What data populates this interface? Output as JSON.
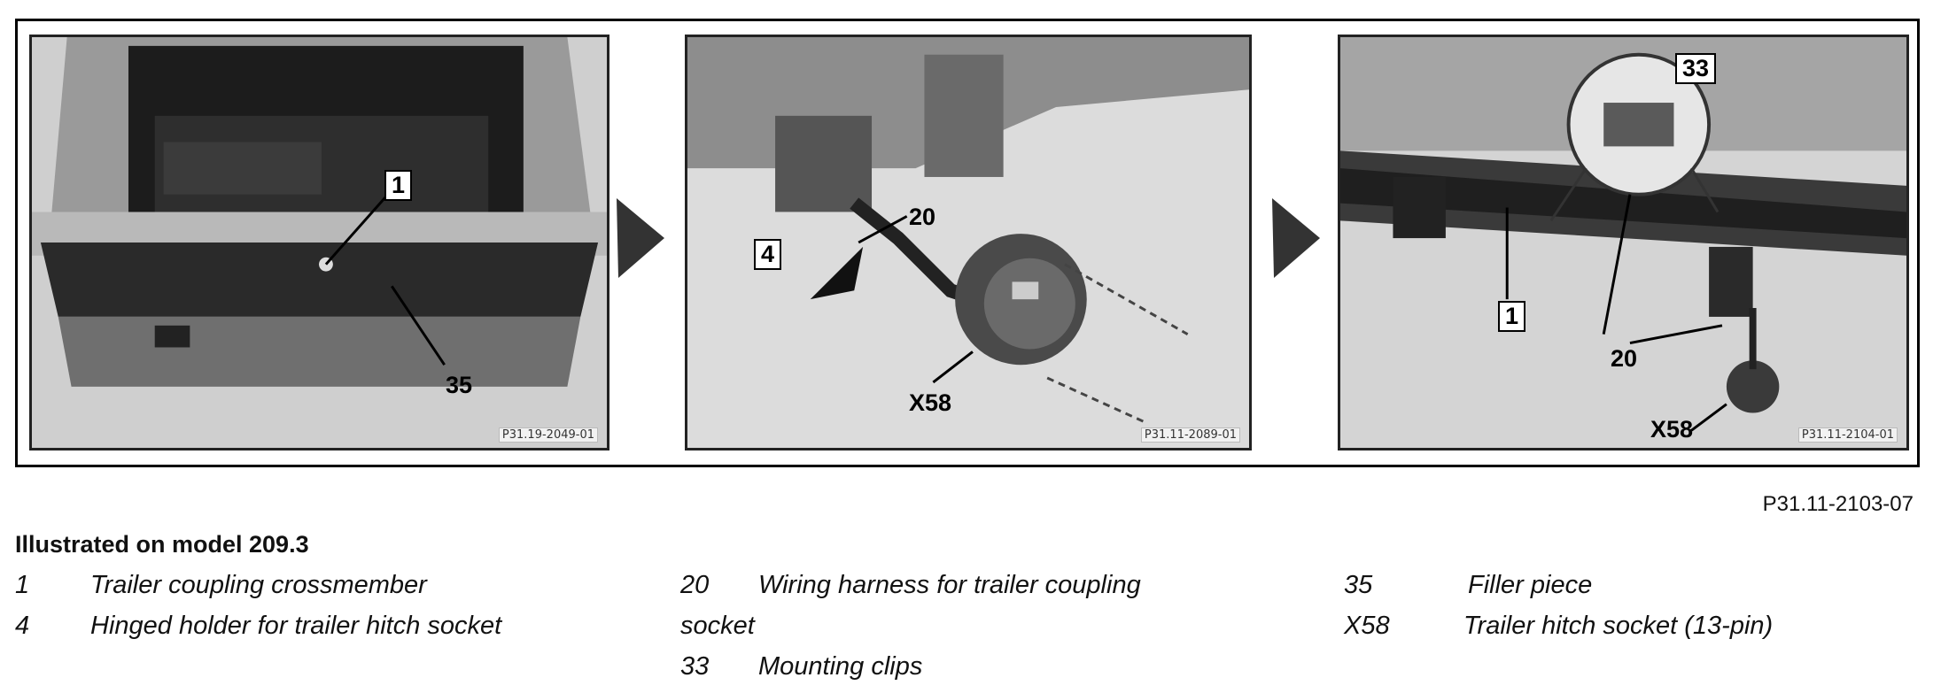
{
  "figure": {
    "panels": [
      {
        "code": "P31.19-2049-01",
        "callouts": [
          "1",
          "35"
        ]
      },
      {
        "code": "P31.11-2089-01",
        "callouts": [
          "4",
          "20",
          "X58"
        ]
      },
      {
        "code": "P31.11-2104-01",
        "callouts": [
          "33",
          "1",
          "20",
          "X58"
        ]
      }
    ],
    "code": "P31.11-2103-07"
  },
  "caption": {
    "title": "Illustrated on model 209.3",
    "legend": [
      {
        "num": "1",
        "text": "Trailer coupling crossmember"
      },
      {
        "num": "4",
        "text": "Hinged holder for trailer hitch socket"
      },
      {
        "num": "20",
        "text": "Wiring harness for trailer coupling"
      },
      {
        "num": "",
        "text": "socket"
      },
      {
        "num": "33",
        "text": "Mounting clips"
      },
      {
        "num": "35",
        "text": "Filler piece"
      },
      {
        "num": "X58",
        "text": "Trailer hitch socket (13-pin)"
      }
    ]
  }
}
